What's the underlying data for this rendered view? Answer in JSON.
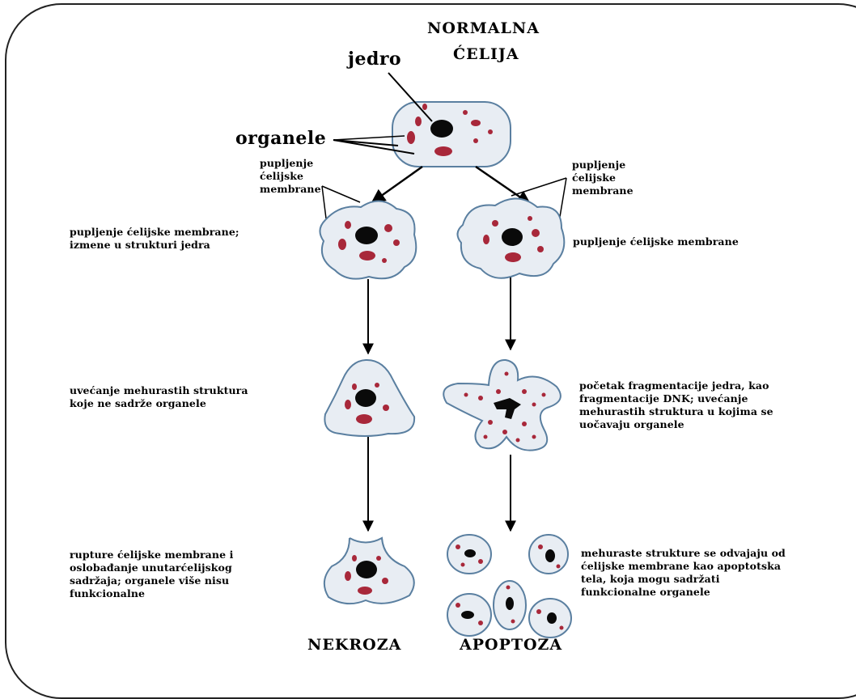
{
  "title_line1": "NORMALNA",
  "title_line2": "ĆELIJA",
  "label_jedro": "jedro",
  "label_organele": "organele",
  "blebbing_left": "pupljenje\nćelijske\nmembrane",
  "blebbing_right": "pupljenje\nćelijske\nmembrane",
  "necrosis": {
    "step1": "pupljenje ćelijske membrane;\nizmene u strukturi jedra",
    "step2": "uvećanje mehurastih struktura\nkoje ne sadrže organele",
    "step3": "rupture ćelijske membrane i\noslobađanje unutarćelijskog\nsadržaja; organele više nisu\nfunkcionalne",
    "name": "NEKROZA"
  },
  "apoptosis": {
    "step1": "pupljenje ćelijske membrane",
    "step2": "početak fragmentacije jedra, kao\nfragmentacije DNK; uvećanje\nmehurastih struktura u kojima se\nuočavaju organele",
    "step3": "mehuraste strukture se odvajaju od\nćelijske membrane kao apoptotska\ntela, koja mogu sadržati\nfunkcionalne organele",
    "name": "APOPTOZA"
  },
  "colors": {
    "cell_fill": "#e8edf3",
    "cell_stroke": "#5a7fa0",
    "organelle": "#a8283a",
    "nucleus": "#0a0a0a"
  }
}
